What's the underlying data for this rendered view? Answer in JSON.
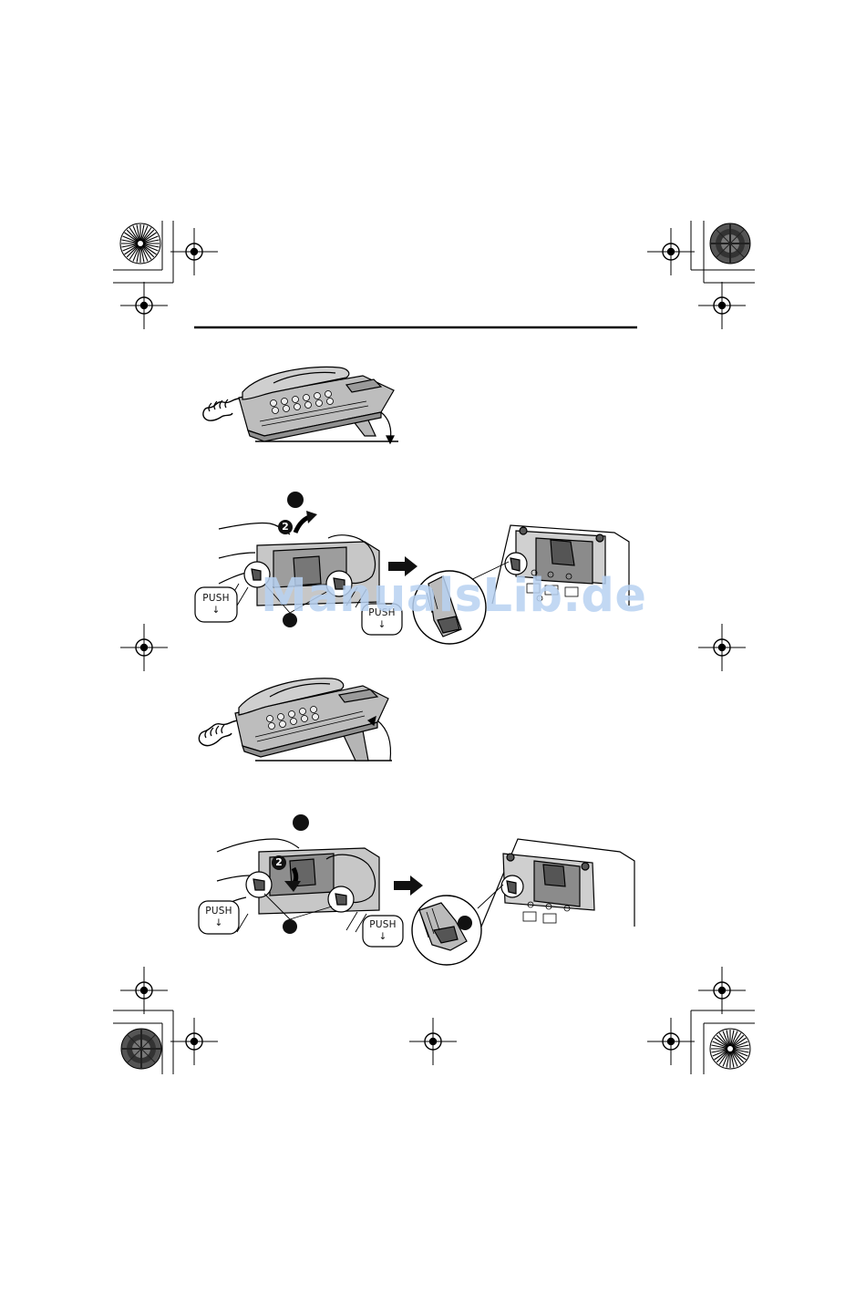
{
  "labels": {
    "push_1": "PUSH",
    "push_2": "PUSH",
    "push_3": "PUSH",
    "push_4": "PUSH",
    "step_1": "2",
    "step_2": "2"
  },
  "watermark": "ManualsLib.de",
  "icons": [
    "registration-mark-icon",
    "crop-mark-icon",
    "arrow-right-icon",
    "push-down-arrow-icon",
    "step-number-icon"
  ]
}
